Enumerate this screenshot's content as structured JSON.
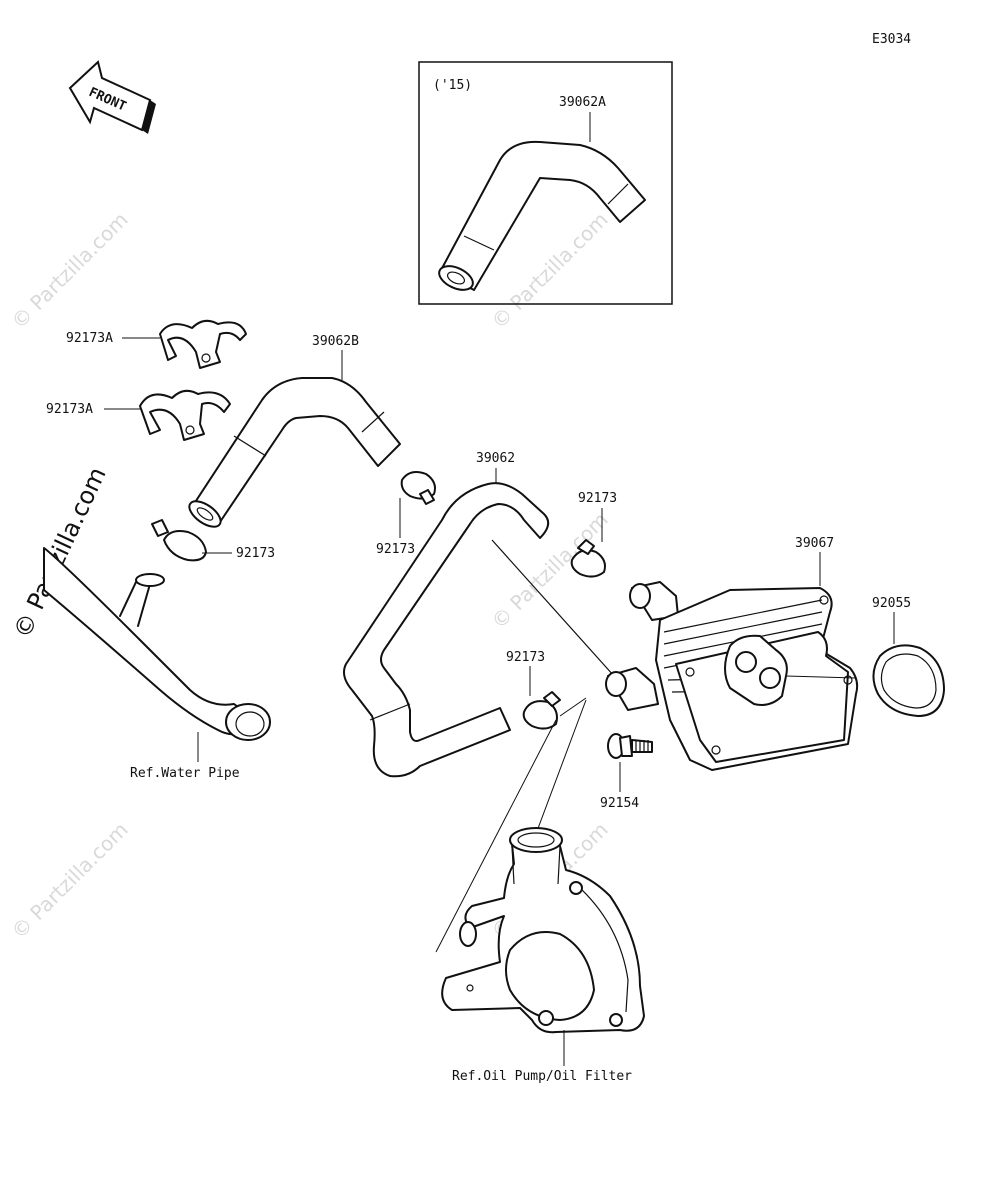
{
  "diagram": {
    "code": "E3034",
    "front_label": "FRONT",
    "inset_title": "('15)",
    "watermark": "© Partzilla.com",
    "parts": [
      {
        "id": "39062A",
        "label": "39062A"
      },
      {
        "id": "39062B",
        "label": "39062B"
      },
      {
        "id": "39062",
        "label": "39062"
      },
      {
        "id": "39067",
        "label": "39067"
      },
      {
        "id": "92055",
        "label": "92055"
      },
      {
        "id": "92154",
        "label": "92154"
      },
      {
        "id": "92173A-1",
        "label": "92173A"
      },
      {
        "id": "92173A-2",
        "label": "92173A"
      },
      {
        "id": "92173-1",
        "label": "92173"
      },
      {
        "id": "92173-2",
        "label": "92173"
      },
      {
        "id": "92173-3",
        "label": "92173"
      },
      {
        "id": "92173-4",
        "label": "92173"
      }
    ],
    "refs": [
      {
        "id": "water-pipe",
        "label": "Ref.Water Pipe"
      },
      {
        "id": "oil-pump",
        "label": "Ref.Oil Pump/Oil Filter"
      }
    ]
  }
}
